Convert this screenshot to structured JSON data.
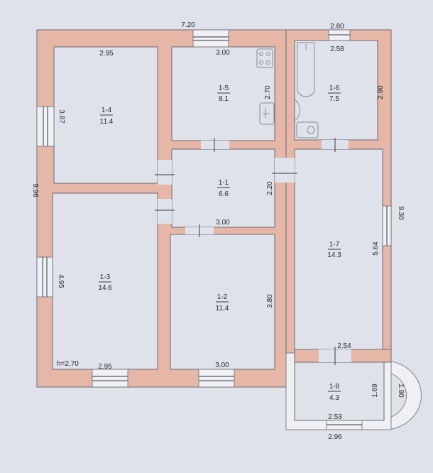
{
  "plan": {
    "ceiling_height": "h=2.70",
    "overall": {
      "top_width": "7.20",
      "left_height": "9.96",
      "right_height": "9.30",
      "bath_outer_width": "2.80",
      "porch_outer_width": "2.96"
    },
    "rooms": [
      {
        "id": "1-4",
        "area": "11.4",
        "width": "2.95",
        "height": "3.87"
      },
      {
        "id": "1-5",
        "area": "8.1",
        "width": "3.00",
        "height": "2.70"
      },
      {
        "id": "1-6",
        "area": "7.5",
        "width": "2.58",
        "height": "2.90"
      },
      {
        "id": "1-1",
        "area": "6.6",
        "width": "3.00",
        "height": "2.20"
      },
      {
        "id": "1-3",
        "area": "14.6",
        "width": "2.95",
        "height": "4.95"
      },
      {
        "id": "1-2",
        "area": "11.4",
        "width": "3.00",
        "height": "3.80"
      },
      {
        "id": "1-7",
        "area": "14.3",
        "width": "2.54",
        "height": "5.64"
      },
      {
        "id": "1-8",
        "area": "4.3",
        "width": "2.53",
        "height": "1.69",
        "arc": "1.90"
      }
    ]
  }
}
